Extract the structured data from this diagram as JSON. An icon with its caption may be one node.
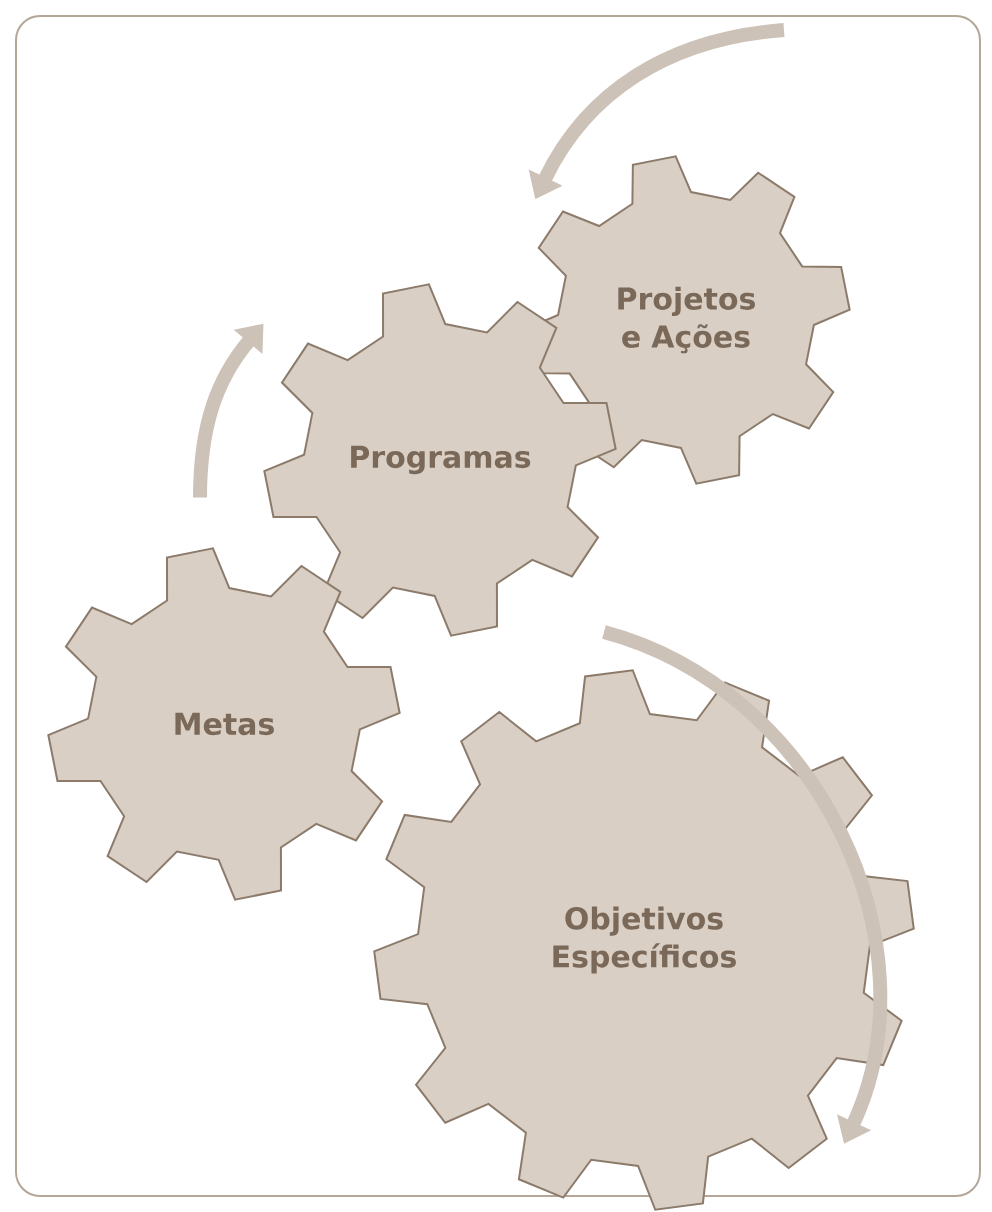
{
  "diagram": {
    "nodes": [
      {
        "text": [
          "Projetos e Ações"
        ]
      },
      {
        "text": [
          "Programas"
        ]
      },
      {
        "text": [
          "Metas"
        ]
      },
      {
        "text": [
          "Objetivos Específicos"
        ]
      }
    ],
    "edges": [
      {
        "from": null,
        "to": 0,
        "arrow": "to"
      },
      {
        "from": 2,
        "to": 1,
        "arrow": "to"
      }
    ]
  }
}
